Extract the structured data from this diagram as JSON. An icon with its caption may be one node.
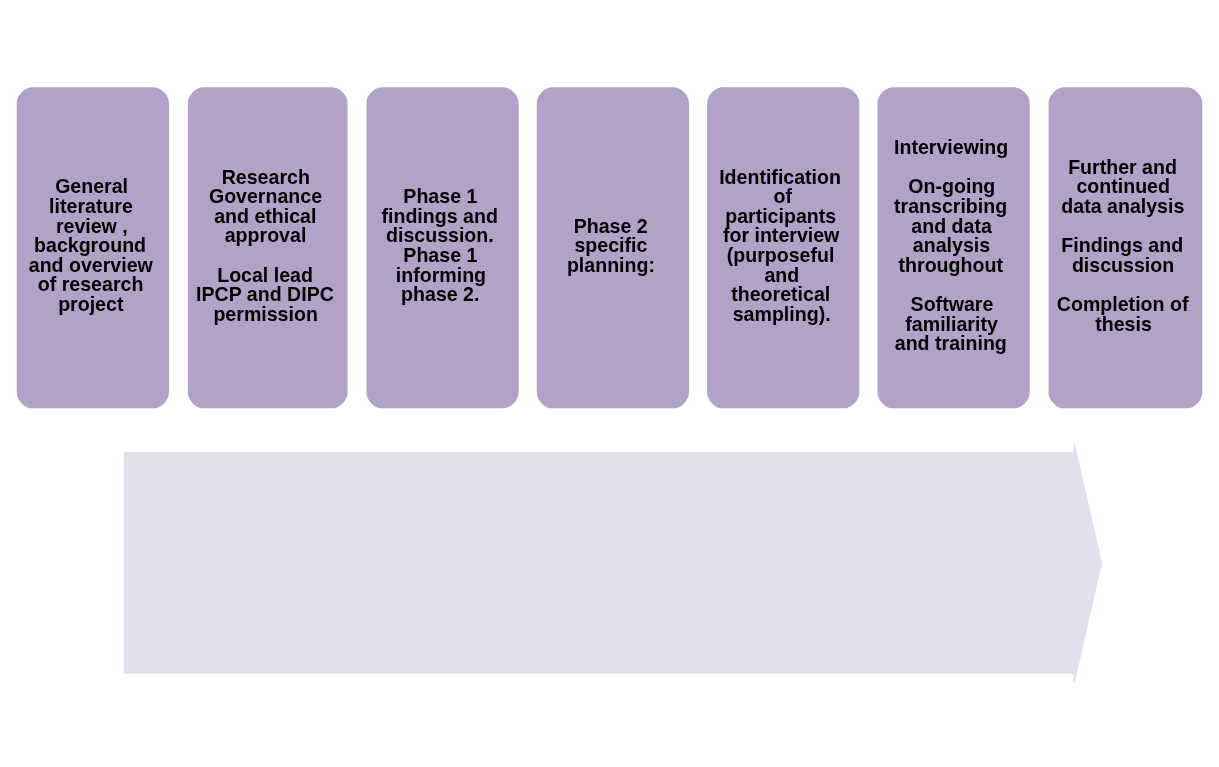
{
  "diagram": {
    "nodes": [
      {
        "text": [],
        "shape": "arrow"
      },
      {
        "text": [
          "General literature review , background and overview of research project"
        ]
      },
      {
        "text": [
          "Research Governance and ethical approval",
          "Local lead IPCP and DIPC permission"
        ]
      },
      {
        "text": [
          "Phase 1 findings and discussion. Phase 1 informing phase 2."
        ]
      },
      {
        "text": [
          "Phase 2 specific planning:"
        ]
      },
      {
        "text": [
          "Identification of participants for interview (purposeful and theoretical sampling)."
        ]
      },
      {
        "text": [
          "Interviewing",
          "On-going transcribing and data analysis throughout",
          "Software familiarity and training"
        ]
      },
      {
        "text": [
          "Further and continued data analysis",
          "Findings and discussion",
          "Completion of thesis"
        ]
      }
    ]
  }
}
